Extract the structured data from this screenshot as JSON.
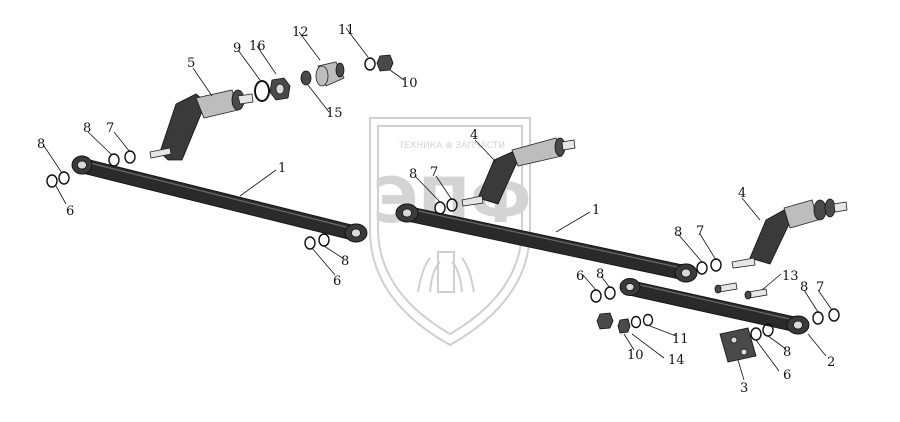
{
  "watermark": {
    "top_line": "ТЕХНИКА ⊕ ЗАПЧАСТИ",
    "logo_text": "ЭПФ"
  },
  "callouts": {
    "n1": "1",
    "n2": "2",
    "n3": "3",
    "n4": "4",
    "n5": "5",
    "n6": "6",
    "n7": "7",
    "n8": "8",
    "n9": "9",
    "n10": "10",
    "n11": "11",
    "n12": "12",
    "n13": "13",
    "n14": "14",
    "n15": "15",
    "n16": "16"
  }
}
